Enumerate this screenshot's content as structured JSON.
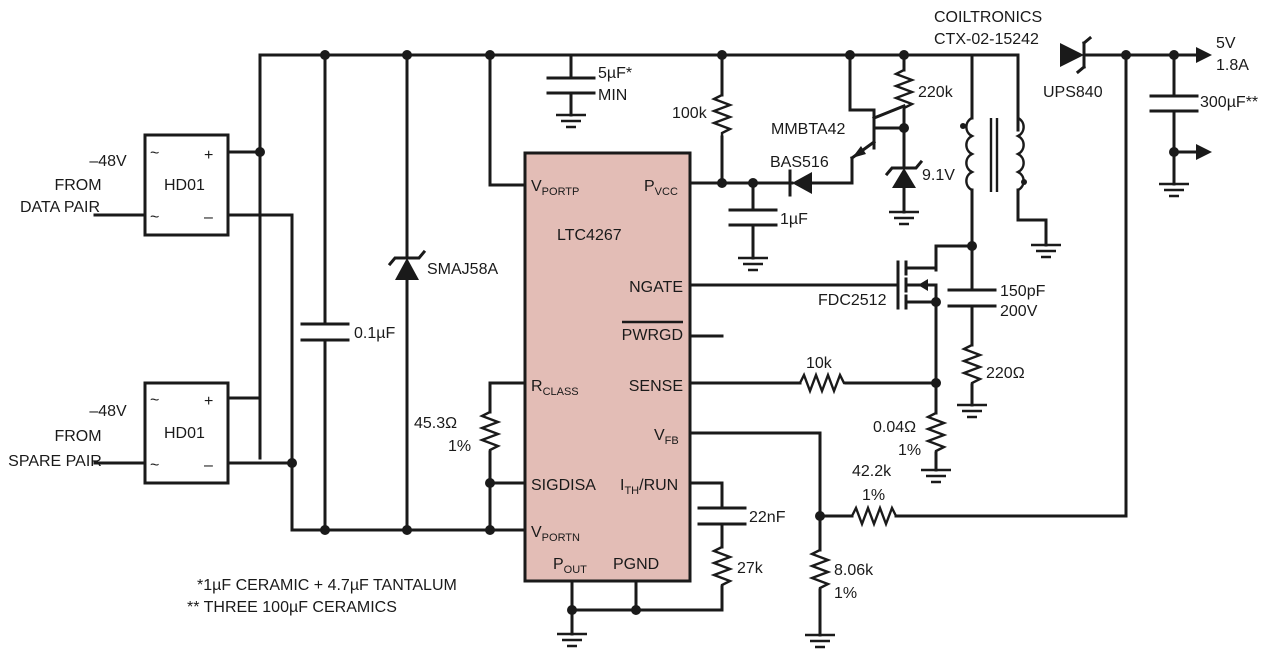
{
  "inputs": {
    "data": {
      "line1": "–48V",
      "line2": "FROM",
      "line3": "DATA PAIR"
    },
    "spare": {
      "line1": "–48V",
      "line2": "FROM",
      "line3": "SPARE PAIR"
    }
  },
  "bridge": {
    "name": "HD01",
    "plus": "+",
    "minus": "–",
    "ac": "~"
  },
  "parts": {
    "c_input": "0.1µF",
    "tvs": "SMAJ58A",
    "c_vcc_value": "5µF*",
    "c_vcc_note": "MIN",
    "r_pullup": "100k",
    "transistor": "MMBTA42",
    "diode": "BAS516",
    "r_base": "220k",
    "zener": "9.1V",
    "c_pvcc": "1µF",
    "mosfet": "FDC2512",
    "c_snub": "150pF",
    "c_snub_v": "200V",
    "r_snub": "220Ω",
    "r_sense_filter": "10k",
    "r_sense": "0.04Ω",
    "r_sense_tol": "1%",
    "r_class": "45.3Ω",
    "r_class_tol": "1%",
    "c_comp": "22nF",
    "r_comp": "27k",
    "r_fb_top": "42.2k",
    "r_fb_top_tol": "1%",
    "r_fb_bot": "8.06k",
    "r_fb_bot_tol": "1%",
    "transformer_mfr": "COILTRONICS",
    "transformer_pn": "CTX-02-15242",
    "schottky": "UPS840",
    "c_out": "300µF**"
  },
  "output": {
    "voltage": "5V",
    "current": "1.8A"
  },
  "ic": {
    "name": "LTC4267",
    "pins": {
      "vportp": {
        "main": "V",
        "sub": "PORTP"
      },
      "pvcc": {
        "main": "P",
        "sub": "VCC"
      },
      "ngate": "NGATE",
      "pwrgd": "PWRGD",
      "rclass": {
        "main": "R",
        "sub": "CLASS"
      },
      "sense": "SENSE",
      "vfb": {
        "main": "V",
        "sub": "FB"
      },
      "sigdisa": "SIGDISA",
      "ithrun": {
        "main": "I",
        "sub": "TH",
        "rest": "/RUN"
      },
      "vportn": {
        "main": "V",
        "sub": "PORTN"
      },
      "pout": {
        "main": "P",
        "sub": "OUT"
      },
      "pgnd": "PGND"
    }
  },
  "notes": {
    "n1": "*1µF CERAMIC + 4.7µF TANTALUM",
    "n2": "** THREE 100µF CERAMICS"
  }
}
